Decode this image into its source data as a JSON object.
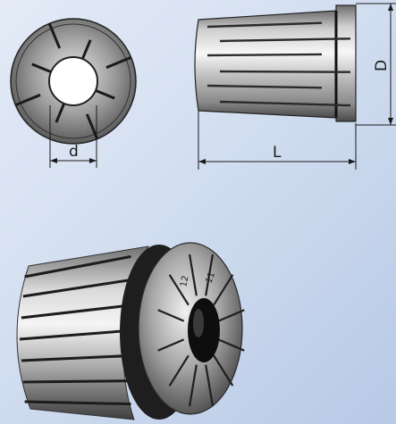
{
  "dimensions": {
    "bore_label": "d",
    "length_label": "L",
    "diameter_label": "D"
  },
  "collet_markings": {
    "size_a": "12",
    "size_b": "11"
  },
  "colors": {
    "background": "#d2def0",
    "line": "#1a1a1a",
    "steel_light": "#f2f2f2",
    "steel_dark": "#4a4a4a"
  }
}
